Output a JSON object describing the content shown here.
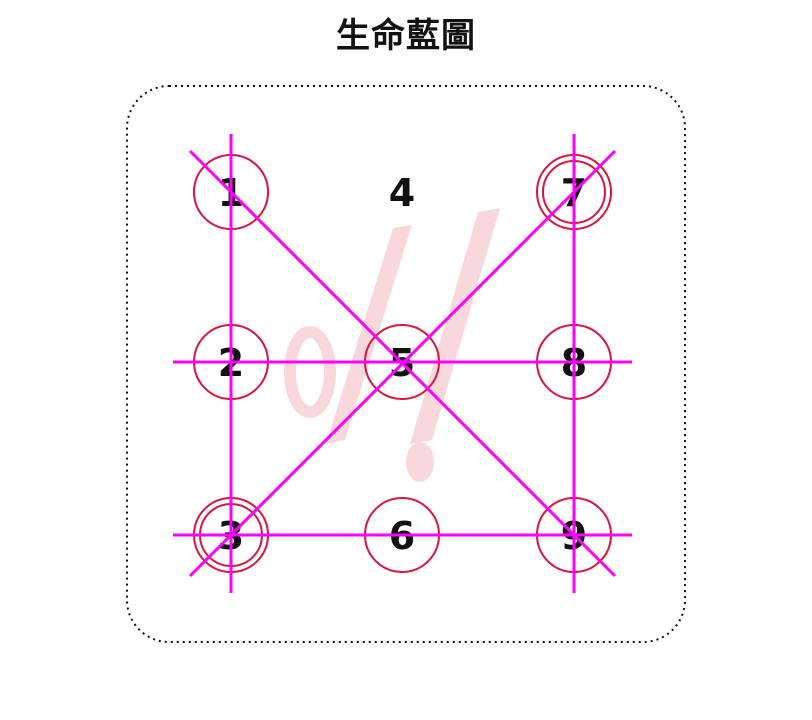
{
  "title": "生命藍圖",
  "colors": {
    "circle": "#dc143c",
    "line": "#ff00ff",
    "text": "#111111",
    "border": "#111111",
    "watermark": "#f9d4da"
  },
  "grid": {
    "cells": [
      {
        "number": "1",
        "circle": "single"
      },
      {
        "number": "2",
        "circle": "single"
      },
      {
        "number": "3",
        "circle": "double"
      },
      {
        "number": "4",
        "circle": "none"
      },
      {
        "number": "5",
        "circle": "single"
      },
      {
        "number": "6",
        "circle": "single"
      },
      {
        "number": "7",
        "circle": "double"
      },
      {
        "number": "8",
        "circle": "single"
      },
      {
        "number": "9",
        "circle": "single"
      }
    ],
    "lines": [
      {
        "from": "1",
        "to": "3"
      },
      {
        "from": "7",
        "to": "9"
      },
      {
        "from": "2",
        "to": "8"
      },
      {
        "from": "3",
        "to": "9"
      },
      {
        "from": "1",
        "to": "9"
      },
      {
        "from": "3",
        "to": "7"
      }
    ]
  }
}
